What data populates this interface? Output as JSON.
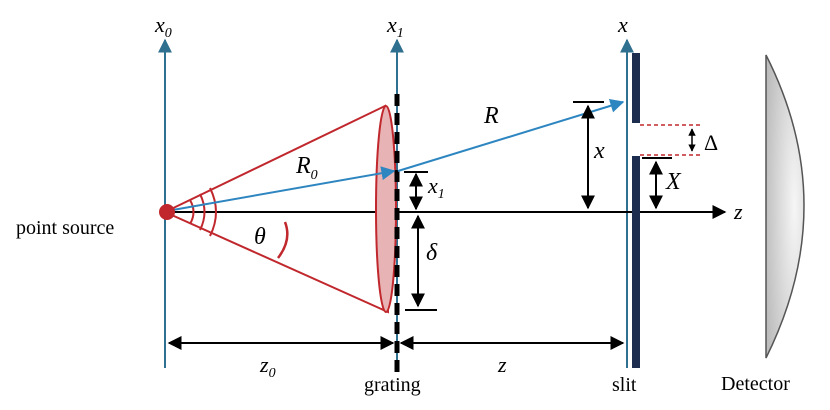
{
  "diagram": {
    "axes": {
      "x0": {
        "base": "x",
        "sub": "0"
      },
      "x1": {
        "base": "x",
        "sub": "1"
      },
      "x": {
        "base": "x"
      },
      "z": {
        "base": "z"
      }
    },
    "labels": {
      "point_source": "point source",
      "grating": "grating",
      "slit": "slit",
      "detector": "Detector",
      "R": "R",
      "R0": {
        "base": "R",
        "sub": "0"
      },
      "theta": "θ",
      "delta": "δ",
      "Delta": "Δ",
      "X": "X",
      "x_slit": "x",
      "x1_mark": {
        "base": "x",
        "sub": "1"
      },
      "z0": {
        "base": "z",
        "sub": "0"
      },
      "z_dist": "z"
    },
    "colors": {
      "axis_blue": "#2f6f8f",
      "cone_red": "#c0282d",
      "cone_fill": "#e7b3b4",
      "ray_blue": "#2e86c1",
      "slit_navy": "#1c2d4f",
      "dashed_red": "#c0282d",
      "black": "#000000",
      "detector_gray": "#cfcfcf"
    }
  }
}
